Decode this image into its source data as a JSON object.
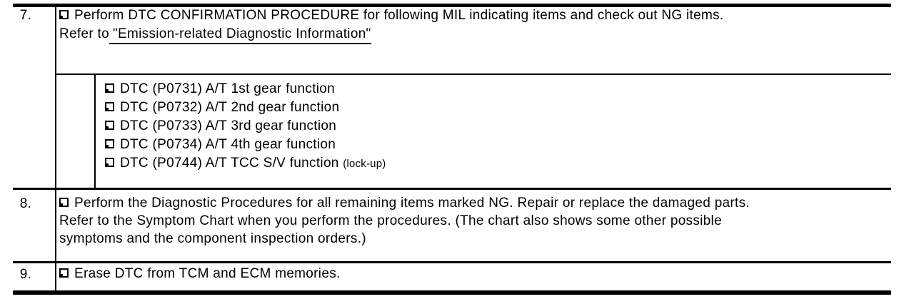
{
  "table": {
    "rows": [
      {
        "number": "7.",
        "lines": {
          "line1": "Perform DTC CONFIRMATION PROCEDURE for following MIL indicating items and check out NG items.",
          "line2_prefix": "Refer to",
          "line2_link": "\"Emission-related Diagnostic Information\""
        },
        "dtc_items": [
          {
            "text": "DTC (P0731) A/T 1st gear function"
          },
          {
            "text": "DTC (P0732) A/T 2nd gear function"
          },
          {
            "text": "DTC (P0733) A/T 3rd gear function"
          },
          {
            "text": "DTC (P0734) A/T 4th gear function"
          },
          {
            "text": "DTC (P0744) A/T TCC S/V function",
            "suffix_small": "(lock-up)"
          }
        ]
      },
      {
        "number": "8.",
        "lines": [
          "Perform the Diagnostic Procedures for all remaining items marked NG. Repair or replace the damaged parts.",
          "Refer to the Symptom Chart when you perform the procedures. (The chart also shows some other possible",
          "symptoms and the component inspection orders.)"
        ]
      },
      {
        "number": "9.",
        "lines": [
          "Erase DTC from TCM and ECM memories."
        ]
      }
    ]
  }
}
